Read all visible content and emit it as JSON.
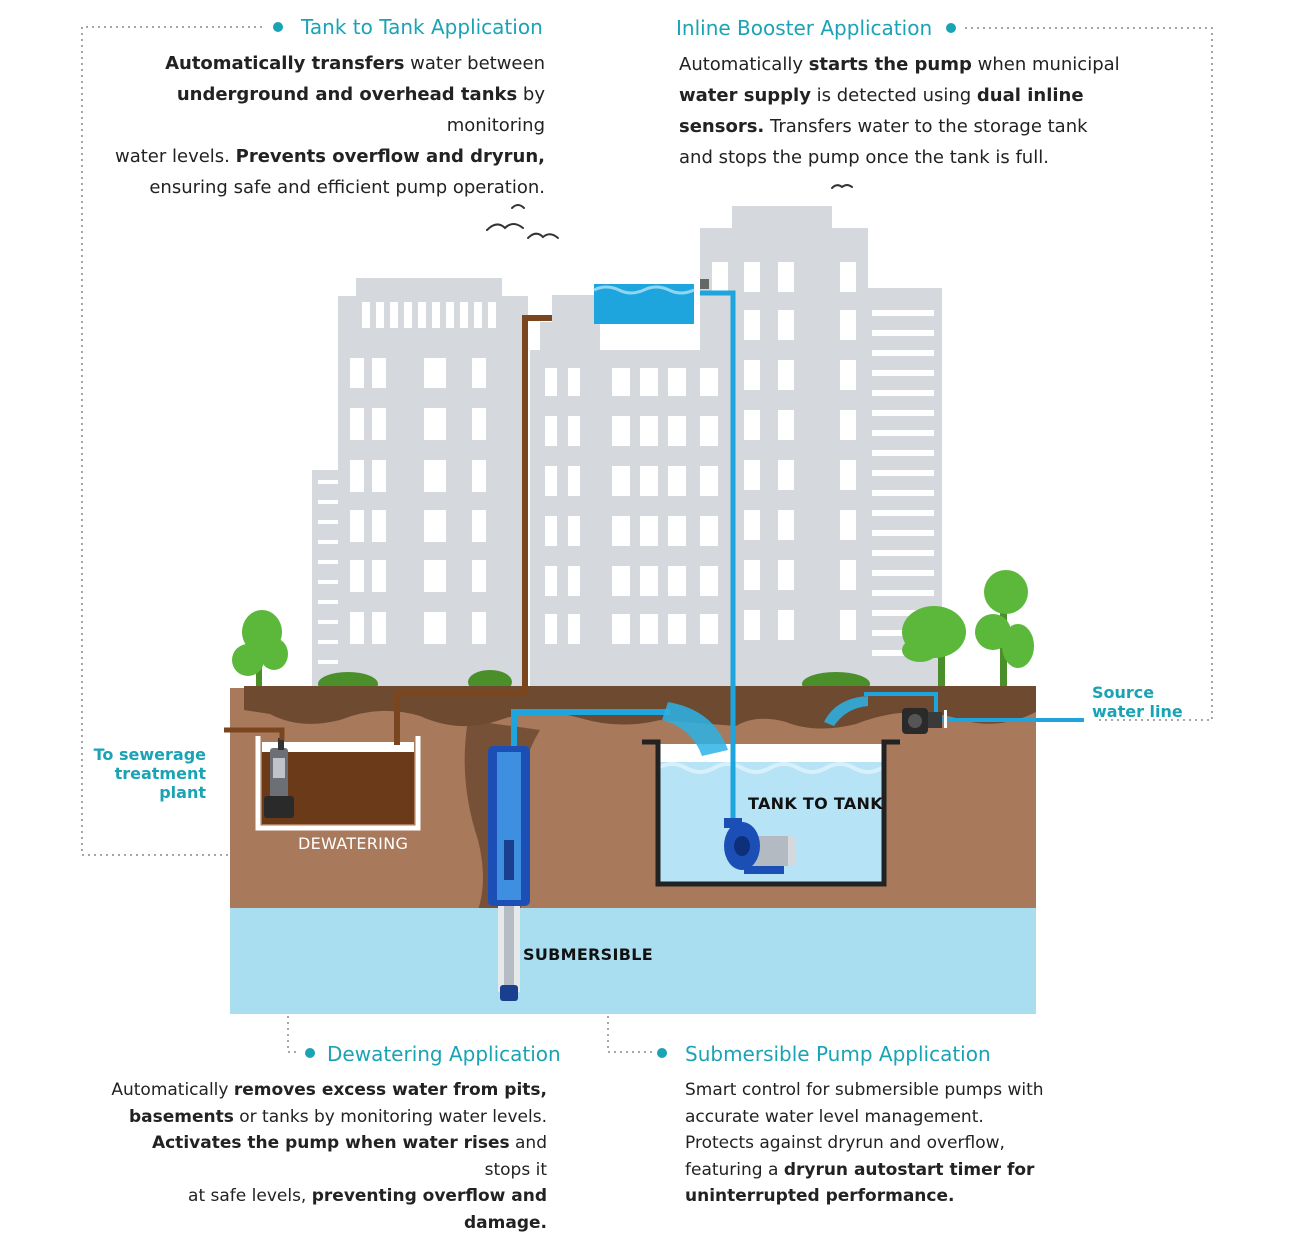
{
  "tank_to_tank": {
    "title": "Tank to Tank Application",
    "lines": [
      [
        "Automatically transfers",
        " water between"
      ],
      [
        "underground and overhead tanks",
        " by monitoring"
      ],
      [
        "water levels. ",
        "Prevents overflow and dryrun,"
      ],
      [
        "ensuring safe and efficient pump operation.",
        ""
      ]
    ]
  },
  "inline_booster": {
    "title": "Inline Booster Application",
    "lines": [
      [
        "Automatically ",
        "starts the pump",
        " when municipal"
      ],
      [
        "",
        "water supply",
        " is detected using ",
        "dual inline"
      ],
      [
        "",
        "sensors.",
        " Transfers water to the storage tank"
      ],
      [
        "and stops the pump once the tank is full.",
        ""
      ]
    ]
  },
  "dewatering": {
    "title": "Dewatering Application",
    "lines": [
      [
        "Automatically ",
        "removes excess water from pits,"
      ],
      [
        "",
        "basements",
        " or tanks by monitoring water levels."
      ],
      [
        "",
        "Activates the pump when water rises",
        " and stops it"
      ],
      [
        "at safe levels, ",
        "preventing overflow and damage."
      ]
    ]
  },
  "submersible": {
    "title": "Submersible Pump Application",
    "lines": [
      [
        "Smart control for submersible pumps with"
      ],
      [
        "accurate water level management."
      ],
      [
        "Protects against dryrun and overflow,"
      ],
      [
        "featuring a ",
        "dryrun autostart timer for"
      ],
      [
        "",
        "uninterrupted performance."
      ]
    ]
  },
  "labels": {
    "source_water_line": [
      "Source",
      "water line"
    ],
    "sewerage": [
      "To sewerage",
      "treatment",
      "plant"
    ],
    "dewatering": "DEWATERING",
    "tank_to_tank": "TANK TO TANK",
    "submersible": "SUBMERSIBLE"
  },
  "colors": {
    "accent": "#1aa3b5",
    "building": "#d5d8dd",
    "soil": "#a8795a",
    "soil_top": "#6e4a31",
    "groundwater": "#a9ddf0",
    "pipe_blue": "#1ea5de",
    "pipe_brown": "#7a4620",
    "tree": "#5cb83a"
  }
}
